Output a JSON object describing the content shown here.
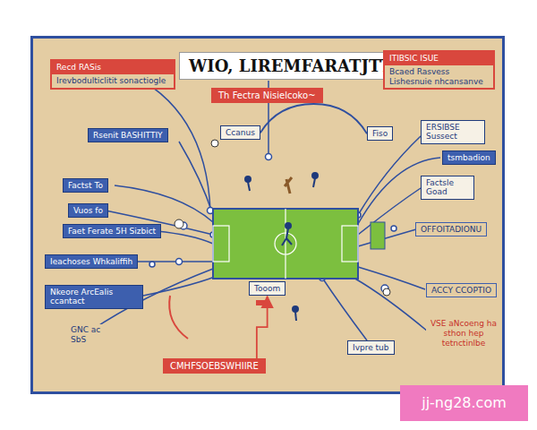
{
  "diagram": {
    "title": "WIO, LIREMFARATJTT",
    "nodes": [
      {
        "text": [
          "Th Fectra Nisielcoko~"
        ]
      },
      {
        "text": [
          "Recd RASis",
          "Irevbodulticlitit sonactiogle"
        ]
      },
      {
        "text": [
          "ITIBSIC ISUE",
          "Bcaed Rasvess Lishesnuie nhcansanve"
        ]
      },
      {
        "text": [
          "Rsenit BASHITTIY"
        ]
      },
      {
        "text": [
          "Ccanus"
        ]
      },
      {
        "text": [
          "Fiso"
        ]
      },
      {
        "text": [
          "ERSIBSE Sussect"
        ]
      },
      {
        "text": [
          "tsmbadion"
        ]
      },
      {
        "text": [
          "Factst To"
        ]
      },
      {
        "text": [
          "Factsle Goad"
        ]
      },
      {
        "text": [
          "Vuos fo"
        ]
      },
      {
        "text": [
          "Faet Ferate 5H Sizbict"
        ]
      },
      {
        "text": [
          "OFFOITADIONU"
        ]
      },
      {
        "text": [
          "Ieachoses Whkaliffih"
        ]
      },
      {
        "text": [
          "Tooom"
        ]
      },
      {
        "text": [
          "Nkeore ArcEalis ccantact"
        ]
      },
      {
        "text": [
          "ACCY CCOPTIO"
        ]
      },
      {
        "text": [
          "Ivpre tub"
        ]
      },
      {
        "text": [
          "VSE aNcoeng ha sthon hep tetnctinlbe"
        ]
      },
      {
        "text": [
          "CMHFSOEBSWHIIRE"
        ]
      }
    ],
    "edges": [
      {
        "from": 4,
        "to": 5,
        "arrow": "none"
      },
      {
        "from": 19,
        "to": 14,
        "arrow": "to"
      }
    ],
    "labels": [
      "GNC ac SbS",
      "jj-ng28.com"
    ]
  }
}
